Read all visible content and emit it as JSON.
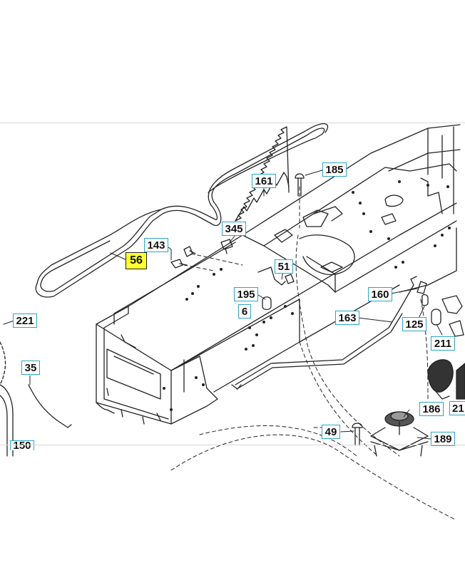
{
  "diagram": {
    "highlight_color": "#ffff33",
    "label_border_color": "#2aa6c8",
    "parts": [
      {
        "id": "p56",
        "number": "56",
        "highlighted": true
      },
      {
        "id": "p143",
        "number": "143"
      },
      {
        "id": "p161",
        "number": "161"
      },
      {
        "id": "p185",
        "number": "185"
      },
      {
        "id": "p345",
        "number": "345"
      },
      {
        "id": "p51",
        "number": "51"
      },
      {
        "id": "p195",
        "number": "195"
      },
      {
        "id": "p6",
        "number": "6"
      },
      {
        "id": "p160",
        "number": "160"
      },
      {
        "id": "p163",
        "number": "163"
      },
      {
        "id": "p125",
        "number": "125"
      },
      {
        "id": "p211",
        "number": "211"
      },
      {
        "id": "p212",
        "number": "21"
      },
      {
        "id": "p221",
        "number": "221"
      },
      {
        "id": "p35",
        "number": "35"
      },
      {
        "id": "p186",
        "number": "186"
      },
      {
        "id": "p49",
        "number": "49"
      },
      {
        "id": "p189",
        "number": "189"
      },
      {
        "id": "p150",
        "number": "150"
      }
    ]
  }
}
